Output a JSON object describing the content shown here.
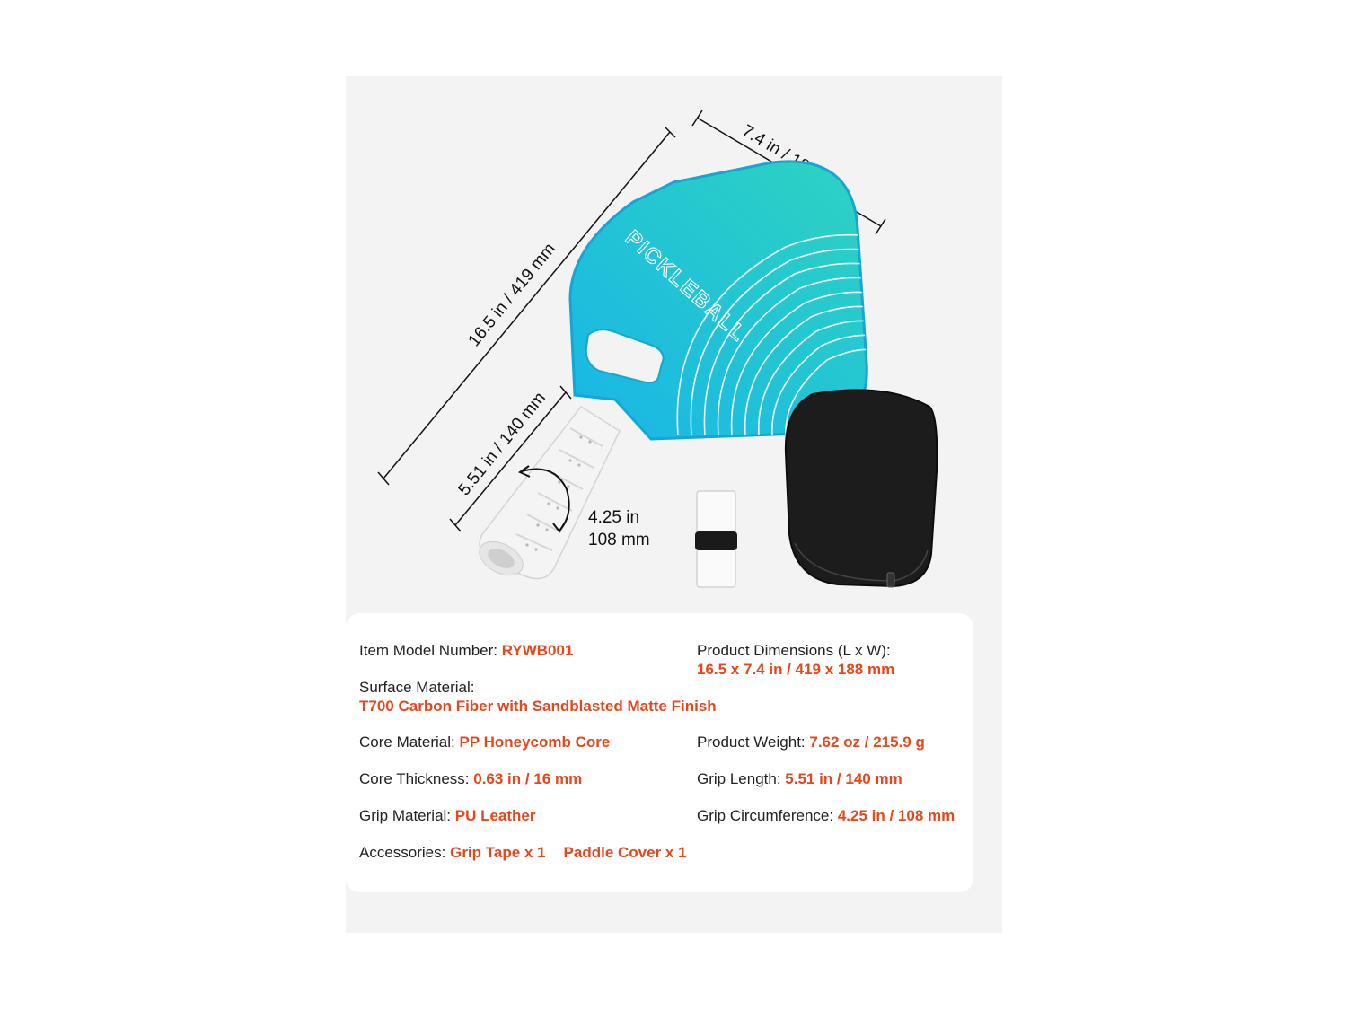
{
  "illustration": {
    "brand_text": "PICKLEBALL",
    "dim_length": "16.5 in / 419 mm",
    "dim_width": "7.4 in / 188 mm",
    "dim_grip_length": "5.51 in / 140 mm",
    "dim_circ_line1": "4.25 in",
    "dim_circ_line2": "108 mm",
    "colors": {
      "paddle_top": "#2ed3c0",
      "paddle_bottom": "#18b6e8",
      "cover": "#1c1c1c",
      "accent": "#e8461b"
    }
  },
  "specs": {
    "model_label": "Item Model Number: ",
    "model_value": "RYWB001",
    "dimensions_label": "Product Dimensions (L x W):",
    "dimensions_value": "16.5 x 7.4 in / 419 x 188 mm",
    "surface_label": "Surface Material:",
    "surface_value": "T700 Carbon Fiber with Sandblasted Matte Finish",
    "core_label": "Core Material: ",
    "core_value": "PP Honeycomb Core",
    "weight_label": "Product Weight: ",
    "weight_value": "7.62 oz / 215.9 g",
    "thickness_label": "Core Thickness: ",
    "thickness_value": "0.63 in / 16 mm",
    "grip_length_label": "Grip Length: ",
    "grip_length_value": "5.51 in / 140 mm",
    "grip_material_label": "Grip Material: ",
    "grip_material_value": "PU Leather",
    "grip_circ_label": "Grip Circumference: ",
    "grip_circ_value": "4.25 in / 108 mm",
    "accessories_label": "Accessories: ",
    "accessory_1": "Grip Tape x 1",
    "accessory_2": "Paddle Cover x 1"
  }
}
